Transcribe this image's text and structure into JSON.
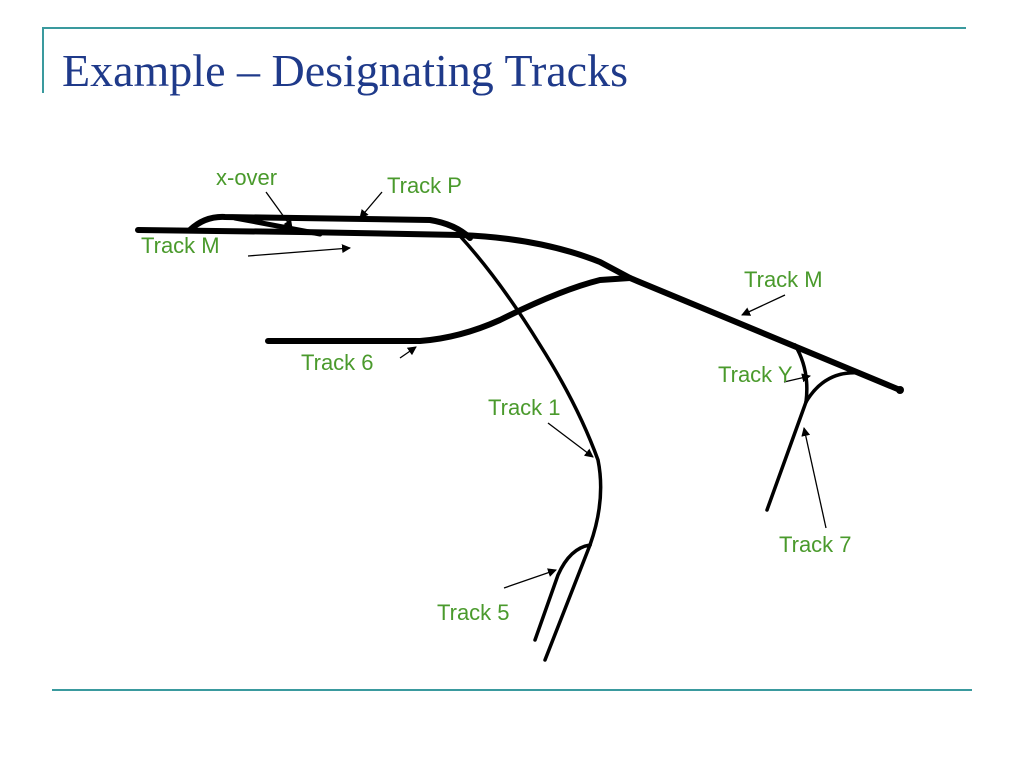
{
  "slide": {
    "title": "Example – Designating Tracks"
  },
  "labels": {
    "x_over": "x-over",
    "track_p": "Track P",
    "track_m_left": "Track M",
    "track_m_right": "Track M",
    "track_6": "Track 6",
    "track_y": "Track Y",
    "track_1": "Track 1",
    "track_7": "Track 7",
    "track_5": "Track 5"
  },
  "colors": {
    "title": "#1f3a8a",
    "label": "#4a9a2c",
    "frame": "#3a9a9e",
    "track": "#000000"
  }
}
